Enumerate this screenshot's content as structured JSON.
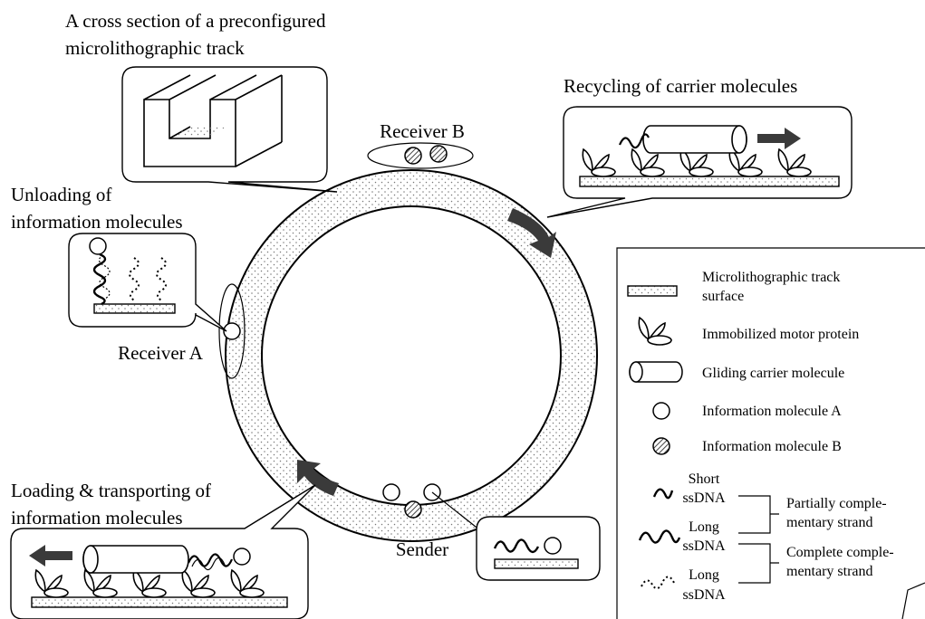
{
  "titles": {
    "cross_section_line1": "A cross section of a preconfigured",
    "cross_section_line2": "microlithographic track",
    "recycling": "Recycling of carrier molecules",
    "unloading_line1": "Unloading of",
    "unloading_line2": "information molecules",
    "loading_line1": "Loading & transporting of",
    "loading_line2": "information molecules"
  },
  "nodes": {
    "receiver_a": "Receiver A",
    "receiver_b": "Receiver B",
    "sender": "Sender"
  },
  "legend": {
    "track_line1": "Microlithographic track",
    "track_line2": "surface",
    "motor": "Immobilized motor protein",
    "carrier": "Gliding carrier molecule",
    "info_a": "Information molecule A",
    "info_b": "Information molecule B",
    "short_1": "Short",
    "short_2": "ssDNA",
    "long_1": "Long",
    "long_2": "ssDNA",
    "long2_1": "Long",
    "long2_2": "ssDNA",
    "partial_1": "Partially comple-",
    "partial_2": "mentary strand",
    "complete_1": "Complete comple-",
    "complete_2": "mentary strand"
  },
  "colors": {
    "arrow": "#3a3a3a",
    "hatch": "#555555",
    "stroke": "#000000"
  }
}
